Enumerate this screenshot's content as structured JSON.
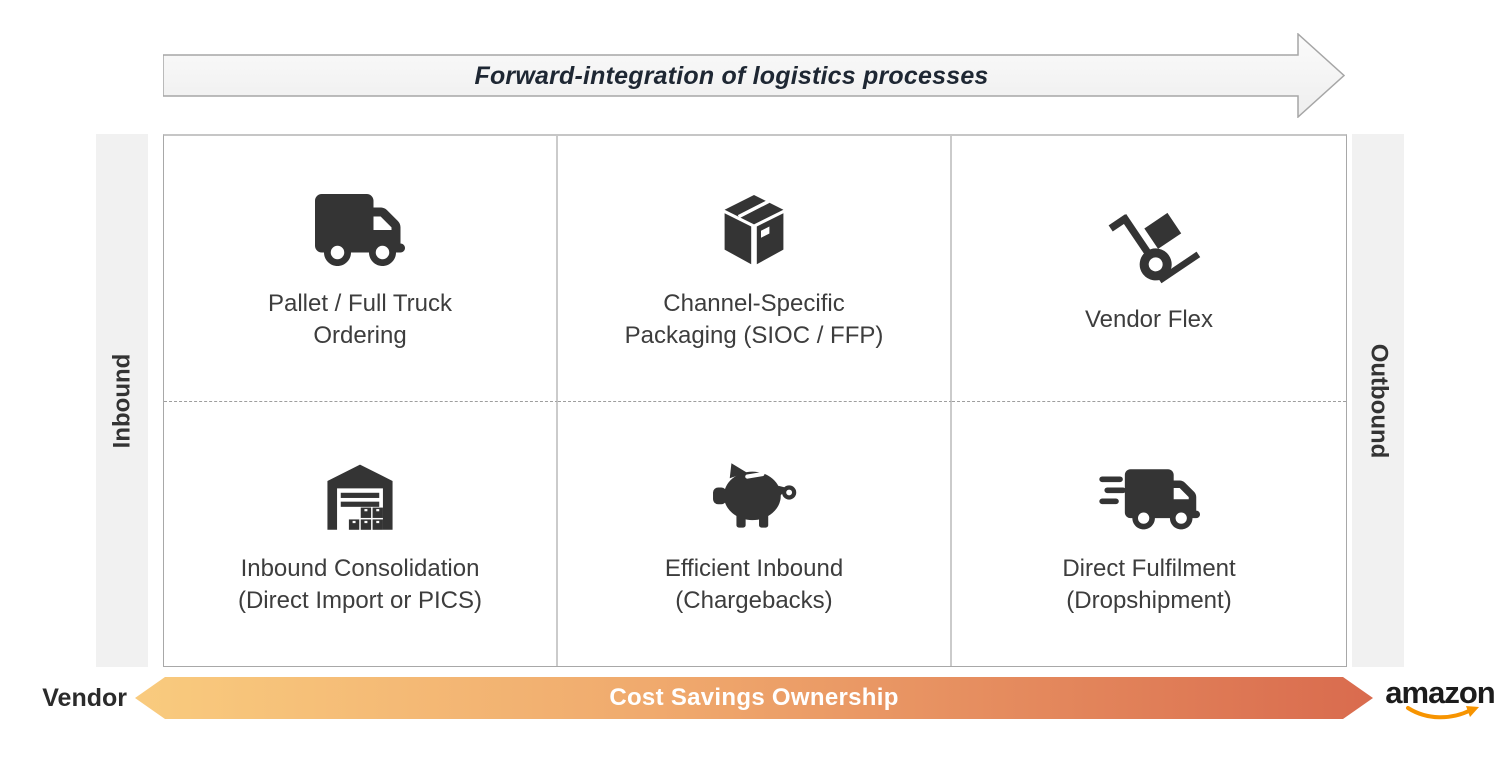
{
  "top_arrow": {
    "label": "Forward-integration of logistics processes",
    "fill": "#f6f6f6",
    "border_color": "#a6a6a6",
    "text_color": "#1e2733"
  },
  "side_labels": {
    "left": "Inbound",
    "right": "Outbound",
    "bar_color": "#f1f1f1"
  },
  "grid": {
    "rows": 2,
    "columns": 3,
    "row_divider_style": "dashed",
    "cells": [
      {
        "icon": "truck-icon",
        "label": "Pallet / Full Truck Ordering",
        "lines": [
          "Pallet / Full Truck",
          "Ordering"
        ]
      },
      {
        "icon": "package-box-icon",
        "label": "Channel-Specific Packaging (SIOC / FFP)",
        "lines": [
          "Channel-Specific",
          "Packaging (SIOC / FFP)"
        ]
      },
      {
        "icon": "hand-truck-icon",
        "label": "Vendor Flex",
        "lines": [
          "Vendor Flex",
          ""
        ]
      },
      {
        "icon": "warehouse-icon",
        "label": "Inbound Consolidation (Direct Import or PICS)",
        "lines": [
          "Inbound Consolidation",
          "(Direct Import or PICS)"
        ]
      },
      {
        "icon": "piggy-bank-icon",
        "label": "Efficient Inbound (Chargebacks)",
        "lines": [
          "Efficient Inbound",
          "(Chargebacks)"
        ]
      },
      {
        "icon": "delivery-truck-icon",
        "label": "Direct Fulfilment (Dropshipment)",
        "lines": [
          "Direct Fulfilment",
          "(Dropshipment)"
        ]
      }
    ]
  },
  "bottom_arrow": {
    "label": "Cost Savings Ownership",
    "left_endpoint": "Vendor",
    "right_endpoint": "amazon",
    "gradient_start": "#f9cb7e",
    "gradient_mid": "#efa76c",
    "gradient_end": "#d96b4e",
    "text_color": "#ffffff",
    "amazon_smile_color": "#f79400"
  },
  "icon_color": "#343434"
}
